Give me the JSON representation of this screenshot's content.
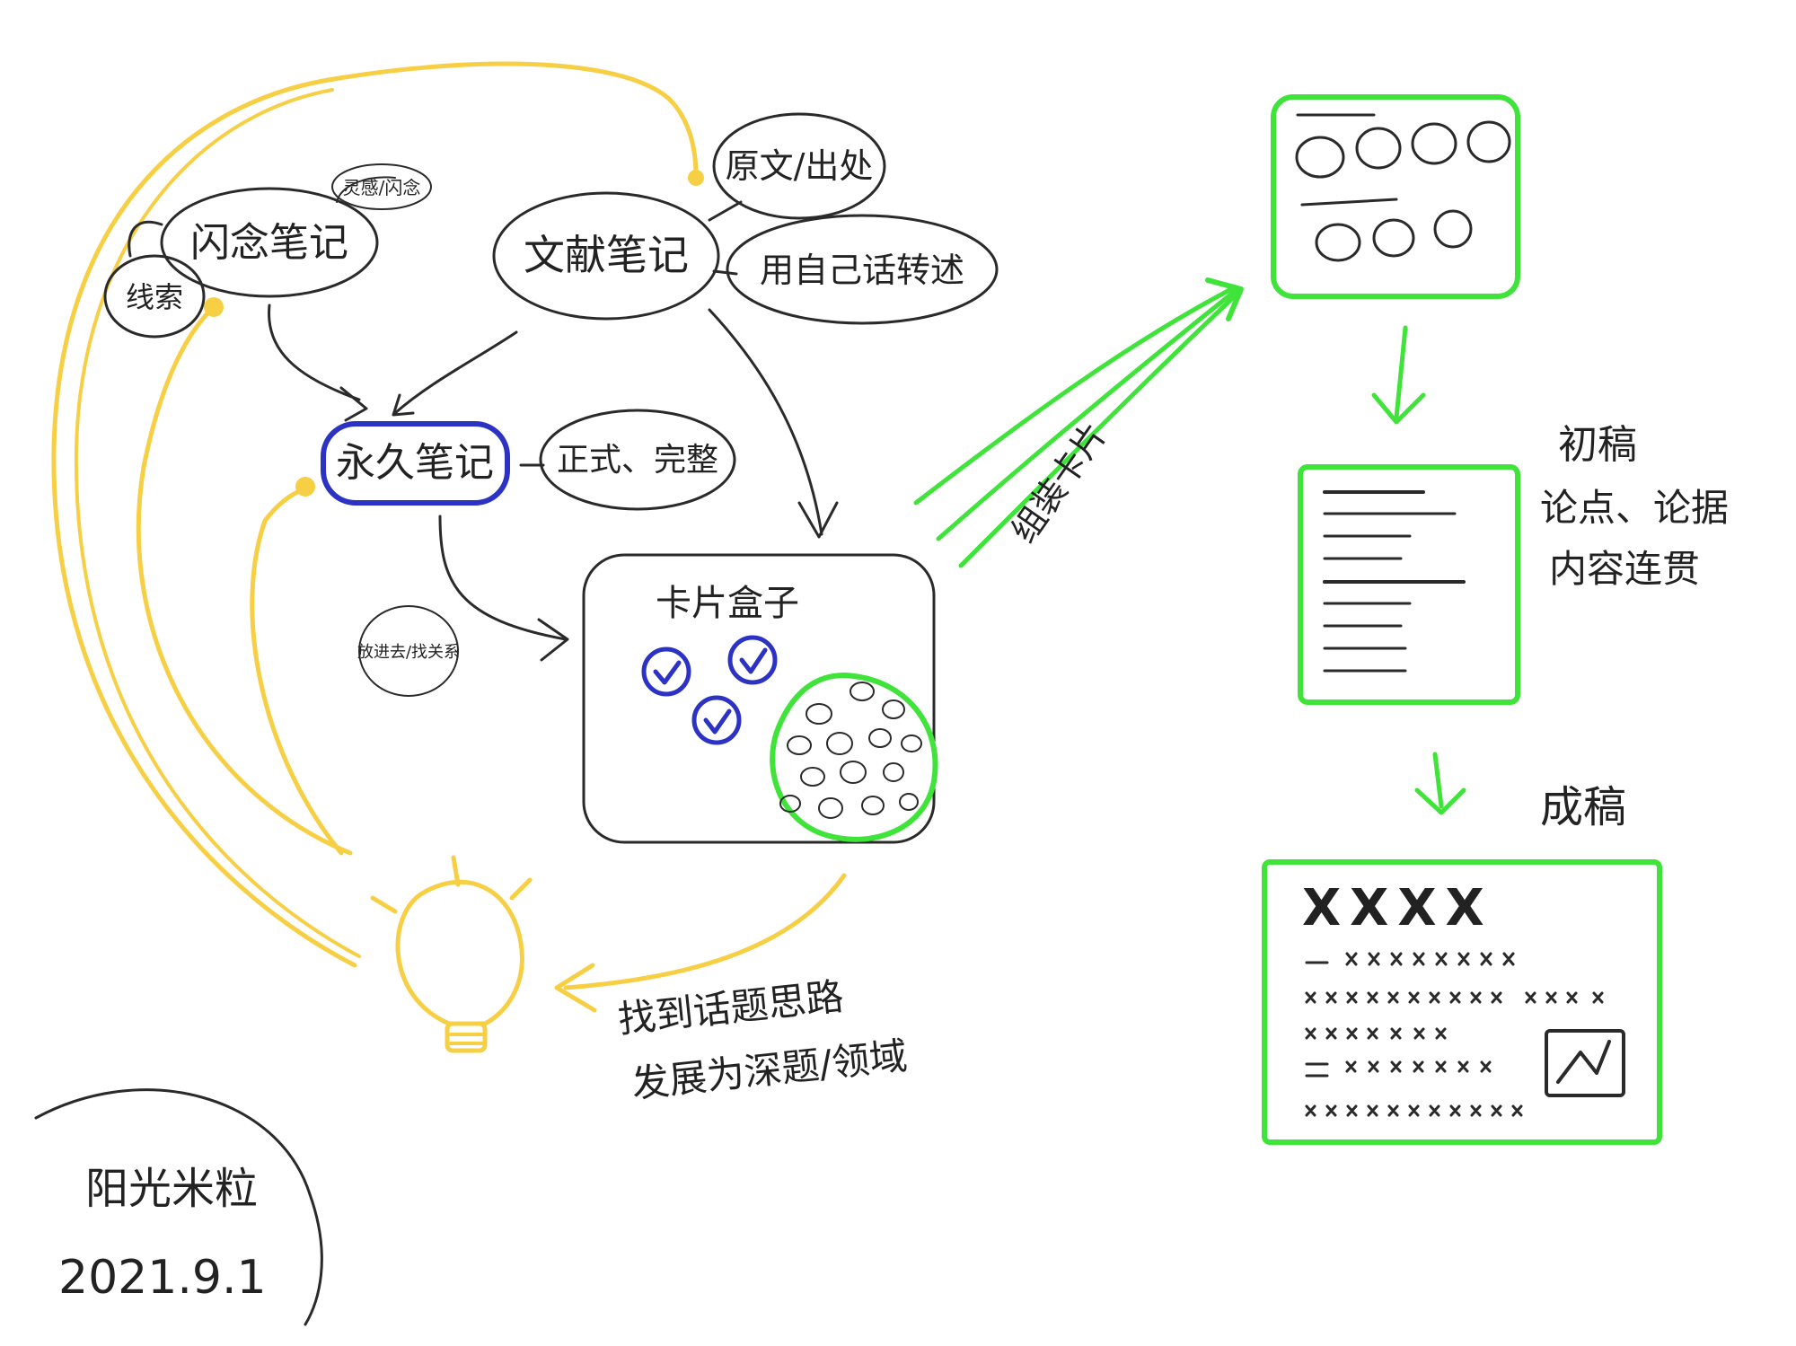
{
  "colors": {
    "ink": "#2a2a2a",
    "yellow": "#f7cf45",
    "green": "#3fe33a",
    "blue": "#2c33c4"
  },
  "nodes": {
    "fleeting_note": "闪念笔记",
    "fleeting_sub_left": "线索",
    "fleeting_sub_top": "灵感/闪念",
    "literature_note": "文献笔记",
    "literature_sub_top": "原文/出处",
    "literature_sub_bottom": "用自己话转述",
    "permanent_note": "永久笔记",
    "permanent_sub": "正式、完整",
    "slip_box": "卡片盒子",
    "put_in_label": "放进去/找关系",
    "assemble_label": "组装卡片",
    "first_draft": "初稿",
    "first_draft_desc": [
      "论点、论据",
      "内容连贯"
    ],
    "final_draft": "成稿",
    "final_draft_header": "XXXX",
    "feedback_label": [
      "找到话题思路",
      "发展为深题/领域"
    ],
    "author": "阳光米粒",
    "date": "2021.9.1"
  },
  "icons": [
    "lightbulb-icon",
    "checkmark-icon",
    "chart-icon",
    "cross-mark-icon"
  ]
}
